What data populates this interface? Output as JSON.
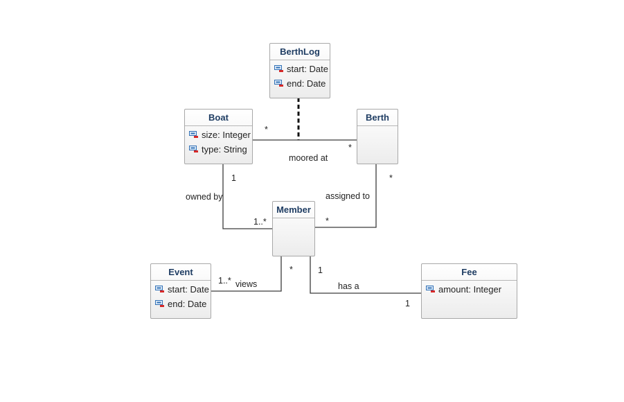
{
  "classes": {
    "berthlog": {
      "name": "BerthLog",
      "attrs": [
        "start: Date",
        "end: Date"
      ]
    },
    "boat": {
      "name": "Boat",
      "attrs": [
        "size: Integer",
        "type: String"
      ]
    },
    "berth": {
      "name": "Berth",
      "attrs": []
    },
    "member": {
      "name": "Member",
      "attrs": []
    },
    "event": {
      "name": "Event",
      "attrs": [
        "start: Date",
        "end: Date"
      ]
    },
    "fee": {
      "name": "Fee",
      "attrs": [
        "amount: Integer"
      ]
    }
  },
  "associations": {
    "moored_at": {
      "label": "moored at",
      "boat_mult": "*",
      "berth_mult": "*"
    },
    "owned_by": {
      "label": "owned by",
      "boat_mult": "1",
      "member_mult": "1..*"
    },
    "assigned_to": {
      "label": "assigned to",
      "berth_mult": "*",
      "member_mult": "*"
    },
    "views": {
      "label": "views",
      "event_mult": "1..*",
      "member_mult": "*"
    },
    "has_a": {
      "label": "has a",
      "member_mult": "1",
      "fee_mult": "1"
    }
  },
  "icon": "attribute-icon",
  "colors": {
    "class_name": "#1f3d63",
    "border": "#a8a8a8",
    "line": "#3a3a3a",
    "icon_frame": "#2f6fb5",
    "icon_marker": "#d62828"
  }
}
